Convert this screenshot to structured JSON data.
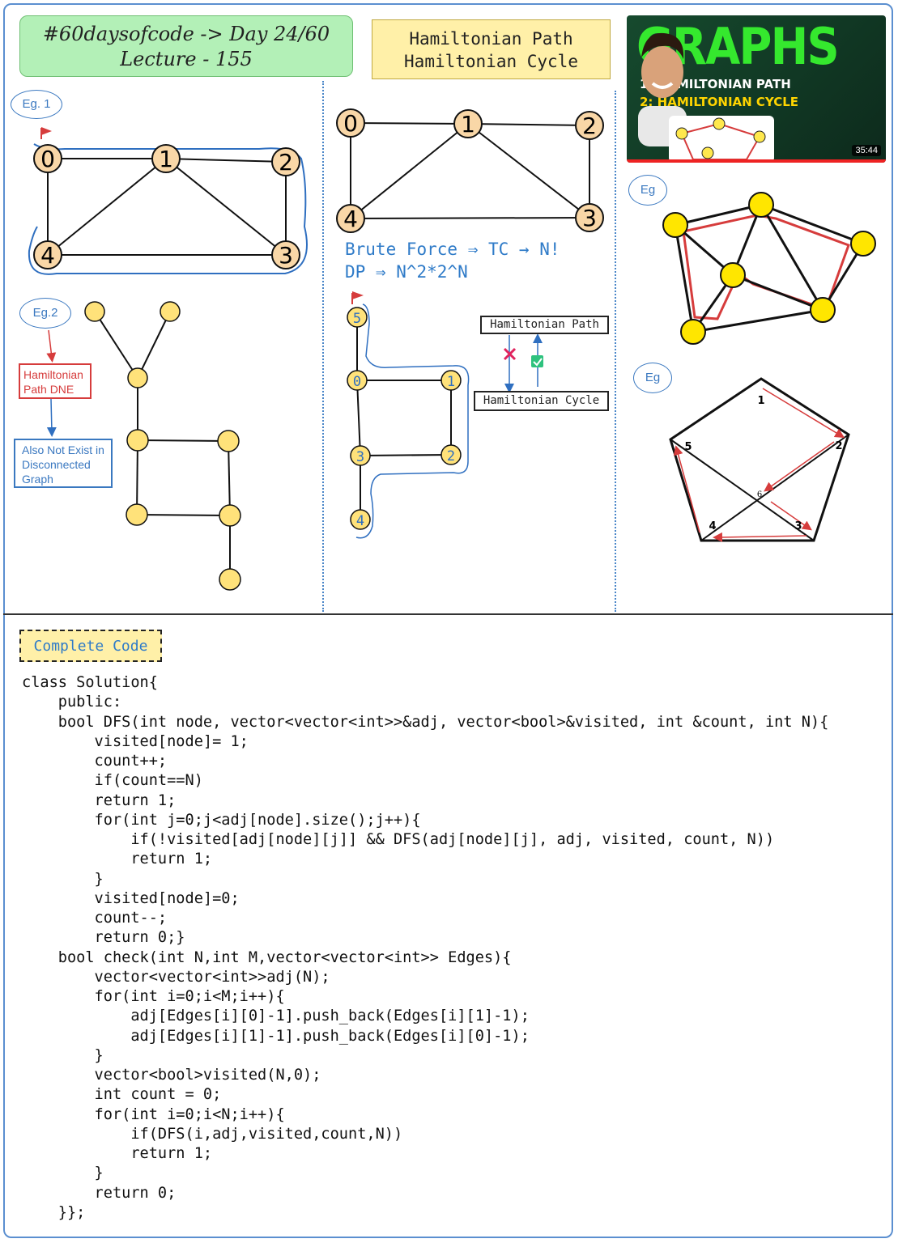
{
  "header": {
    "day_line1": "#60daysofcode -> Day 24/60",
    "day_line2": "Lecture - 155",
    "topic_line1": "Hamiltonian Path",
    "topic_line2": "Hamiltonian Cycle"
  },
  "thumbnail": {
    "title": "GRAPHS",
    "line1": "1: HAMILTONIAN PATH",
    "line2": "2: HAMILTONIAN CYCLE",
    "duration": "35:44"
  },
  "eg1": {
    "label": "Eg. 1",
    "nodes": [
      "0",
      "1",
      "2",
      "3",
      "4"
    ]
  },
  "eg2": {
    "label": "Eg.2",
    "dne_text": "Hamiltonian Path DNE",
    "disconnected_text": "Also Not Exist in Disconnected Graph"
  },
  "middle": {
    "nodes": [
      "0",
      "1",
      "2",
      "3",
      "4"
    ],
    "brute_force": "Brute Force ⇒ TC → N!",
    "dp": "DP ⇒ N^2*2^N",
    "small_nodes": [
      "5",
      "0",
      "1",
      "3",
      "2",
      "4"
    ],
    "path_label": "Hamiltonian Path",
    "cycle_label": "Hamiltonian Cycle"
  },
  "right": {
    "eg_label_1": "Eg",
    "eg_label_2": "Eg",
    "pentagon_labels": [
      "1",
      "2",
      "3",
      "4",
      "5",
      "6"
    ]
  },
  "code_section": {
    "title": "Complete Code",
    "lines": [
      "class Solution{",
      "    public:",
      "    bool DFS(int node, vector<vector<int>>&adj, vector<bool>&visited, int &count, int N){",
      "        visited[node]= 1;",
      "        count++;",
      "        if(count==N)",
      "        return 1;",
      "        for(int j=0;j<adj[node].size();j++){",
      "            if(!visited[adj[node][j]] && DFS(adj[node][j], adj, visited, count, N))",
      "            return 1;",
      "        }",
      "        visited[node]=0;",
      "        count--;",
      "        return 0;}",
      "    bool check(int N,int M,vector<vector<int>> Edges){",
      "        vector<vector<int>>adj(N);",
      "        for(int i=0;i<M;i++){",
      "            adj[Edges[i][0]-1].push_back(Edges[i][1]-1);",
      "            adj[Edges[i][1]-1].push_back(Edges[i][0]-1);",
      "        }",
      "        vector<bool>visited(N,0);",
      "        int count = 0;",
      "        for(int i=0;i<N;i++){",
      "            if(DFS(i,adj,visited,count,N))",
      "            return 1;",
      "        }",
      "        return 0;",
      "    }};"
    ]
  },
  "colors": {
    "node_fill": "#f9d7a7",
    "yellow_node": "#ffe84d",
    "path_blue": "#2f6fc0",
    "red": "#d63c3c",
    "gfg_green": "#2f8d46"
  }
}
